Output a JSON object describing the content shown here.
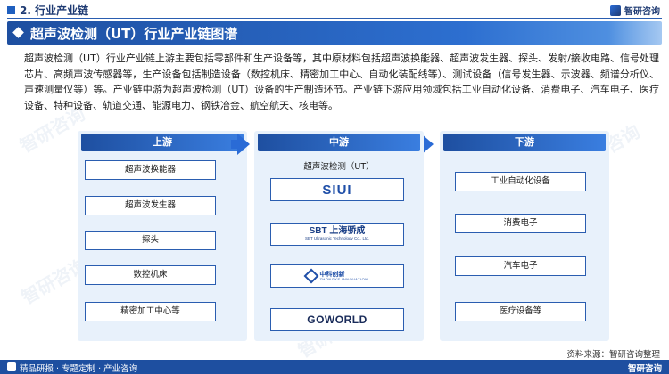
{
  "header": {
    "section_title": "2. 行业产业链",
    "logo_text": "智研咨询"
  },
  "banner": {
    "title": "超声波检测（UT）行业产业链图谱"
  },
  "description": "超声波检测（UT）行业产业链上游主要包括零部件和生产设备等，其中原材料包括超声波换能器、超声波发生器、探头、发射/接收电路、信号处理芯片、高频声波传感器等，生产设备包括制造设备（数控机床、精密加工中心、自动化装配线等）、测试设备（信号发生器、示波器、频谱分析仪、声速测量仪等）等。产业链中游为超声波检测（UT）设备的生产制造环节。产业链下游应用领域包括工业自动化设备、消费电子、汽车电子、医疗设备、特种设备、轨道交通、能源电力、钢铁冶金、航空航天、核电等。",
  "upstream": {
    "title": "上游",
    "items": [
      "超声波换能器",
      "超声波发生器",
      "探头",
      "数控机床",
      "精密加工中心等"
    ]
  },
  "midstream": {
    "title": "中游",
    "label": "超声波检测（UT）",
    "companies": [
      {
        "name": "SIUI"
      },
      {
        "name": "SBT 上海骄成",
        "sub": "SBT Ultrasonic Technology Co., Ltd."
      },
      {
        "name": "中科创新",
        "sub": "ZHONGKE INNOVATION"
      },
      {
        "name": "GOWORLD"
      }
    ]
  },
  "downstream": {
    "title": "下游",
    "items": [
      "工业自动化设备",
      "消费电子",
      "汽车电子",
      "医疗设备等"
    ]
  },
  "source": "资料来源：智研咨询整理",
  "footer": {
    "left_text": "精品研报 · 专题定制 · 产业咨询",
    "right_text": "智研咨询"
  },
  "watermark": "智研咨询",
  "colors": {
    "primary": "#1e4fa0",
    "accent": "#2a6bd6",
    "panel_bg": "#e8f1fb"
  }
}
